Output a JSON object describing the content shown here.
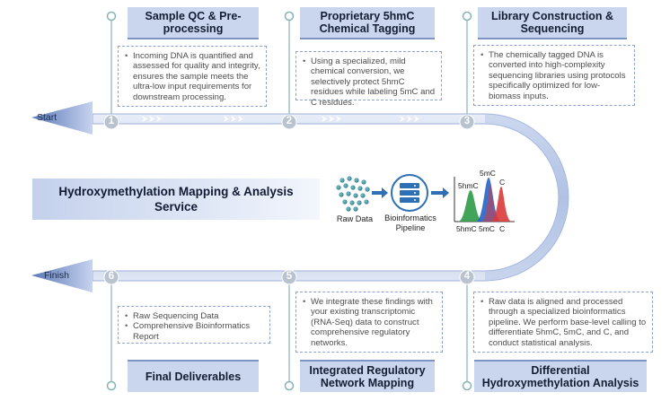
{
  "flow": {
    "start_label": "Start",
    "finish_label": "Finish",
    "numbers": [
      "1",
      "2",
      "3",
      "4",
      "5",
      "6"
    ]
  },
  "steps": [
    {
      "header": [
        "Sample QC & Pre-",
        "processing"
      ],
      "items": [
        "Incoming DNA is quantified and assessed for quality and integrity, ensures the sample meets the ultra-low input requirements for downstream processing."
      ]
    },
    {
      "header": [
        "Proprietary 5hmC",
        "Chemical Tagging"
      ],
      "items": [
        "Using a specialized, mild chemical conversion, we selectively protect 5hmC residues while labeling 5mC and C residues."
      ]
    },
    {
      "header": [
        "Library Construction &",
        "Sequencing"
      ],
      "items": [
        "The chemically tagged DNA is converted into high-complexity sequencing libraries using protocols specifically optimized for low-biomass inputs."
      ]
    },
    {
      "header": [
        "Differential",
        "Hydroxymethylation Analysis"
      ],
      "items": [
        "Raw data is aligned and processed through a specialized bioinformatics pipeline. We perform base-level calling to differentiate 5hmC, 5mC, and C, and conduct statistical analysis."
      ]
    },
    {
      "header": [
        "Integrated Regulatory",
        "Network Mapping"
      ],
      "items": [
        "We integrate these findings with your existing transcriptomic (RNA-Seq) data to construct comprehensive regulatory networks."
      ]
    },
    {
      "header": [
        "Final Deliverables"
      ],
      "items": [
        "Raw Sequencing Data",
        "Comprehensive Bioinformatics Report"
      ]
    }
  ],
  "center": {
    "title": "Hydroxymethylation Mapping & Analysis Service",
    "raw_data_label": "Raw Data",
    "pipeline_label": [
      "Bioinformatics",
      "Pipeline"
    ],
    "peak_labels": [
      "5hmC",
      "5mC",
      "C"
    ],
    "axis_labels": [
      "5hmC",
      "5mC",
      "C"
    ],
    "colors": {
      "green": "#2e9a46",
      "red": "#d93a3a",
      "blue": "#2563c9",
      "teal": "#2f7f8c",
      "flow": "#b9c8e8"
    }
  }
}
